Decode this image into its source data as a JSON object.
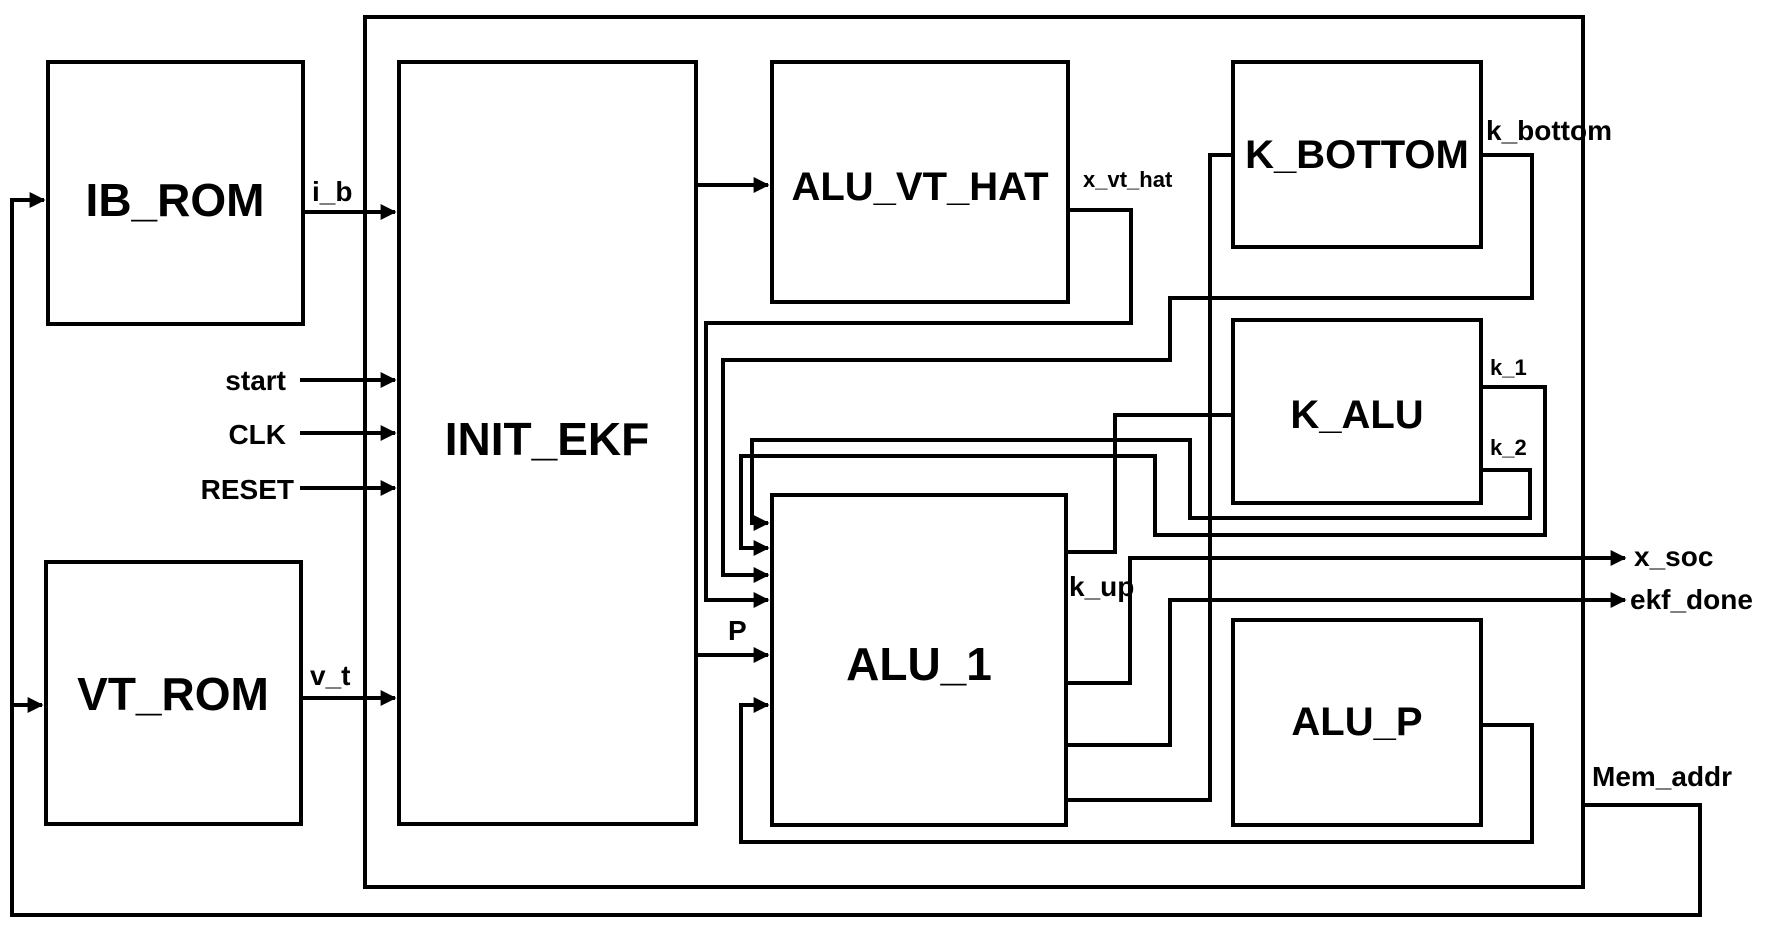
{
  "blocks": {
    "ib_rom": "IB_ROM",
    "vt_rom": "VT_ROM",
    "init_ekf": "INIT_EKF",
    "alu_vt_hat": "ALU_VT_HAT",
    "k_bottom": "K_BOTTOM",
    "k_alu": "K_ALU",
    "alu_1": "ALU_1",
    "alu_p": "ALU_P"
  },
  "signals": {
    "i_b": "i_b",
    "v_t": "v_t",
    "start": "start",
    "clk": "CLK",
    "reset": "RESET",
    "x_vt_hat": "x_vt_hat",
    "k_bottom": "k_bottom",
    "k_1": "k_1",
    "k_2": "k_2",
    "p": "P",
    "k_up": "k_up",
    "x_soc": "x_soc",
    "ekf_done": "ekf_done",
    "mem_addr": "Mem_addr"
  }
}
